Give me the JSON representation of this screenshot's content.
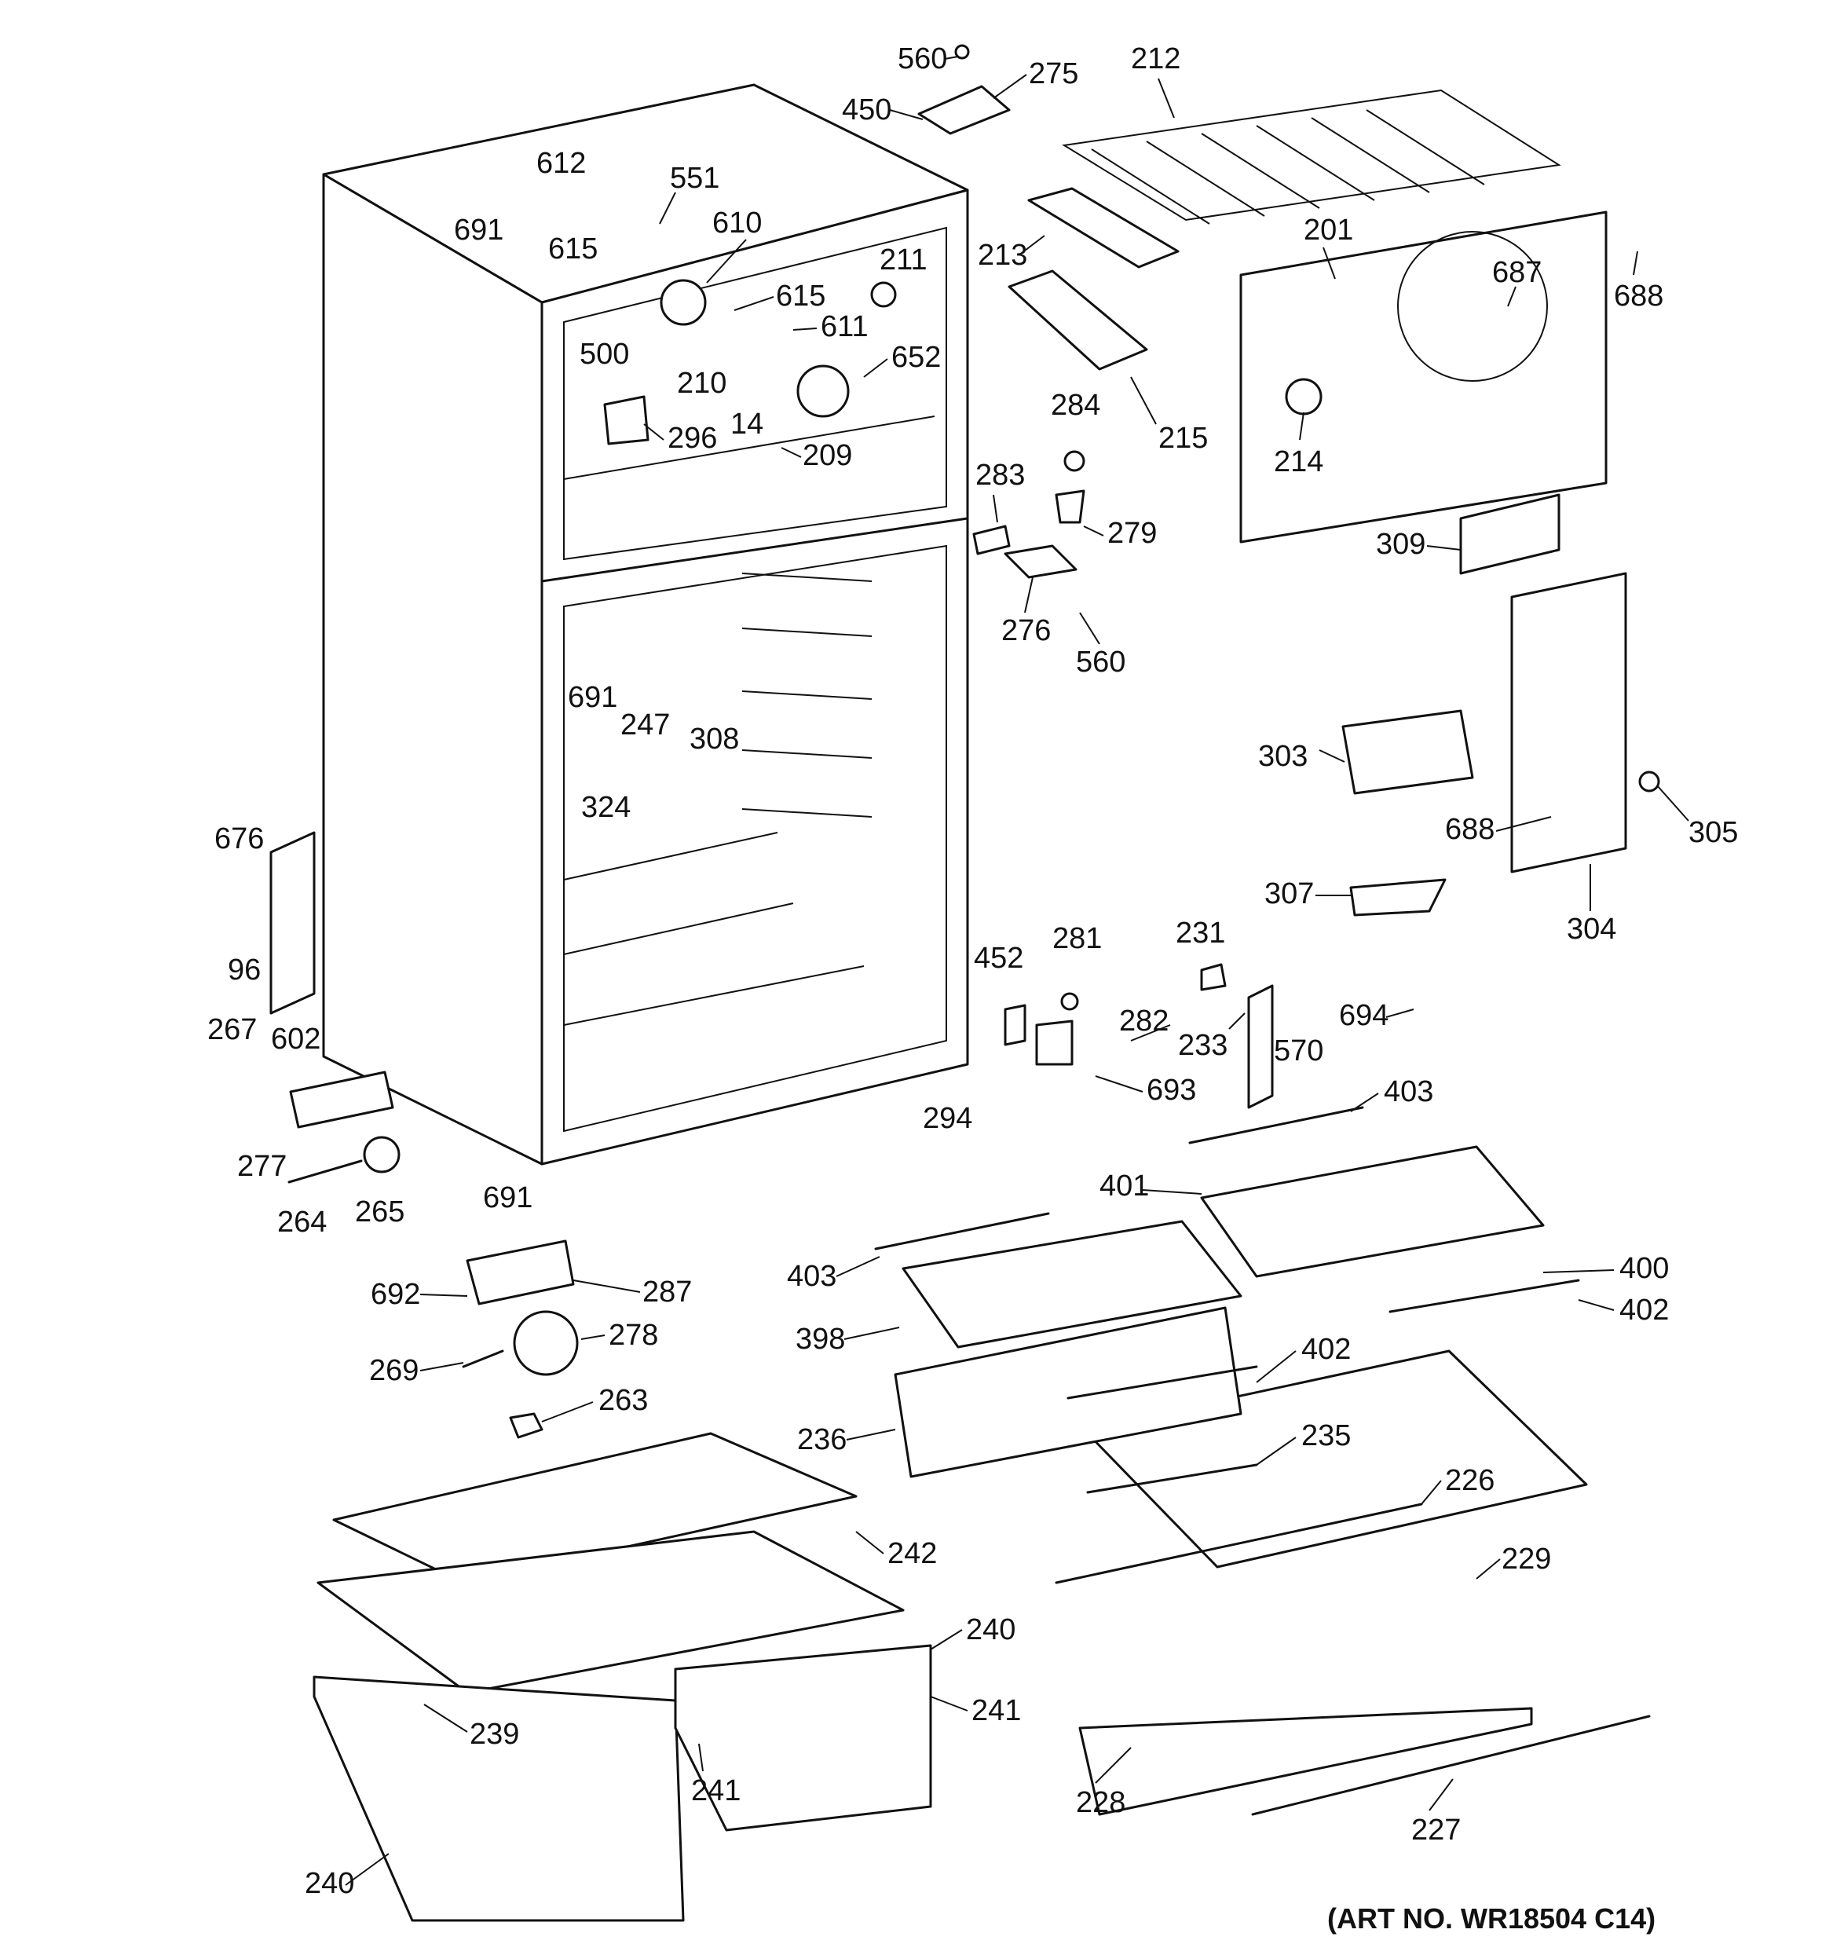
{
  "art_number": "(ART NO. WR18504 C14)",
  "callouts": [
    {
      "id": "560a",
      "text": "560"
    },
    {
      "id": "275",
      "text": "275"
    },
    {
      "id": "212",
      "text": "212"
    },
    {
      "id": "450",
      "text": "450"
    },
    {
      "id": "612",
      "text": "612"
    },
    {
      "id": "551",
      "text": "551"
    },
    {
      "id": "691a",
      "text": "691"
    },
    {
      "id": "615a",
      "text": "615"
    },
    {
      "id": "610",
      "text": "610"
    },
    {
      "id": "211",
      "text": "211"
    },
    {
      "id": "615b",
      "text": "615"
    },
    {
      "id": "213",
      "text": "213"
    },
    {
      "id": "201",
      "text": "201"
    },
    {
      "id": "687",
      "text": "687"
    },
    {
      "id": "688a",
      "text": "688"
    },
    {
      "id": "500",
      "text": "500"
    },
    {
      "id": "611",
      "text": "611"
    },
    {
      "id": "652",
      "text": "652"
    },
    {
      "id": "210",
      "text": "210"
    },
    {
      "id": "14",
      "text": "14"
    },
    {
      "id": "296",
      "text": "296"
    },
    {
      "id": "209",
      "text": "209"
    },
    {
      "id": "284",
      "text": "284"
    },
    {
      "id": "215",
      "text": "215"
    },
    {
      "id": "214",
      "text": "214"
    },
    {
      "id": "283",
      "text": "283"
    },
    {
      "id": "279",
      "text": "279"
    },
    {
      "id": "309",
      "text": "309"
    },
    {
      "id": "276",
      "text": "276"
    },
    {
      "id": "560b",
      "text": "560"
    },
    {
      "id": "691b",
      "text": "691"
    },
    {
      "id": "247",
      "text": "247"
    },
    {
      "id": "308",
      "text": "308"
    },
    {
      "id": "303",
      "text": "303"
    },
    {
      "id": "324",
      "text": "324"
    },
    {
      "id": "676",
      "text": "676"
    },
    {
      "id": "688b",
      "text": "688"
    },
    {
      "id": "305",
      "text": "305"
    },
    {
      "id": "307",
      "text": "307"
    },
    {
      "id": "304",
      "text": "304"
    },
    {
      "id": "96",
      "text": "96"
    },
    {
      "id": "452",
      "text": "452"
    },
    {
      "id": "281",
      "text": "281"
    },
    {
      "id": "231",
      "text": "231"
    },
    {
      "id": "694",
      "text": "694"
    },
    {
      "id": "267",
      "text": "267"
    },
    {
      "id": "602",
      "text": "602"
    },
    {
      "id": "282",
      "text": "282"
    },
    {
      "id": "233",
      "text": "233"
    },
    {
      "id": "570",
      "text": "570"
    },
    {
      "id": "693",
      "text": "693"
    },
    {
      "id": "294",
      "text": "294"
    },
    {
      "id": "403a",
      "text": "403"
    },
    {
      "id": "277",
      "text": "277"
    },
    {
      "id": "691c",
      "text": "691"
    },
    {
      "id": "264",
      "text": "264"
    },
    {
      "id": "265",
      "text": "265"
    },
    {
      "id": "401",
      "text": "401"
    },
    {
      "id": "403b",
      "text": "403"
    },
    {
      "id": "400",
      "text": "400"
    },
    {
      "id": "692",
      "text": "692"
    },
    {
      "id": "287",
      "text": "287"
    },
    {
      "id": "402a",
      "text": "402"
    },
    {
      "id": "398",
      "text": "398"
    },
    {
      "id": "278",
      "text": "278"
    },
    {
      "id": "269",
      "text": "269"
    },
    {
      "id": "402b",
      "text": "402"
    },
    {
      "id": "263",
      "text": "263"
    },
    {
      "id": "236",
      "text": "236"
    },
    {
      "id": "235",
      "text": "235"
    },
    {
      "id": "226",
      "text": "226"
    },
    {
      "id": "242",
      "text": "242"
    },
    {
      "id": "229",
      "text": "229"
    },
    {
      "id": "240a",
      "text": "240"
    },
    {
      "id": "241a",
      "text": "241"
    },
    {
      "id": "239",
      "text": "239"
    },
    {
      "id": "241b",
      "text": "241"
    },
    {
      "id": "228",
      "text": "228"
    },
    {
      "id": "227",
      "text": "227"
    },
    {
      "id": "240b",
      "text": "240"
    }
  ]
}
